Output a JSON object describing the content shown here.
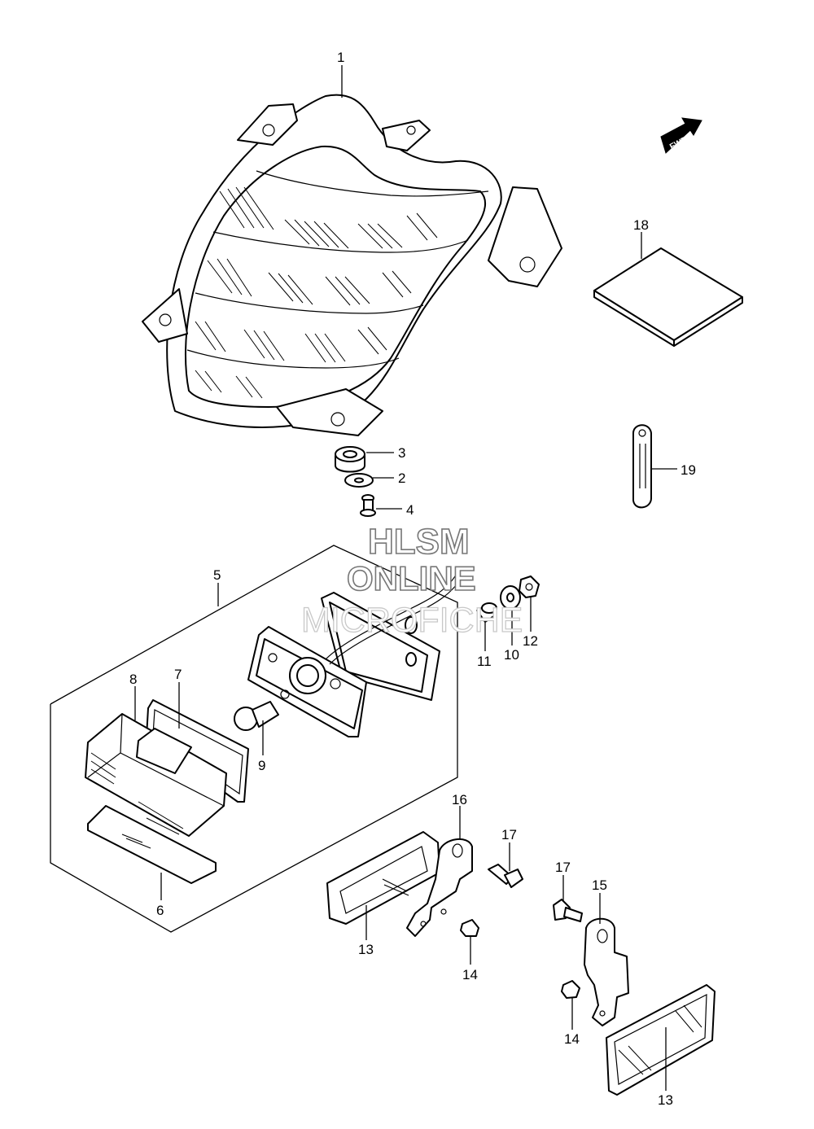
{
  "watermark": {
    "line1": "HLSM",
    "line2": "ONLINE",
    "line3": "MICROFICHE"
  },
  "fwd_label": "FWD",
  "callouts": {
    "c1": "1",
    "c2": "2",
    "c3": "3",
    "c4": "4",
    "c5": "5",
    "c6": "6",
    "c7": "7",
    "c8": "8",
    "c9": "9",
    "c10": "10",
    "c11": "11",
    "c12": "12",
    "c13a": "13",
    "c13b": "13",
    "c14a": "14",
    "c14b": "14",
    "c15": "15",
    "c16": "16",
    "c17a": "17",
    "c17b": "17",
    "c18": "18",
    "c19": "19"
  },
  "icons": {
    "fwd": "fwd-arrow-icon"
  }
}
